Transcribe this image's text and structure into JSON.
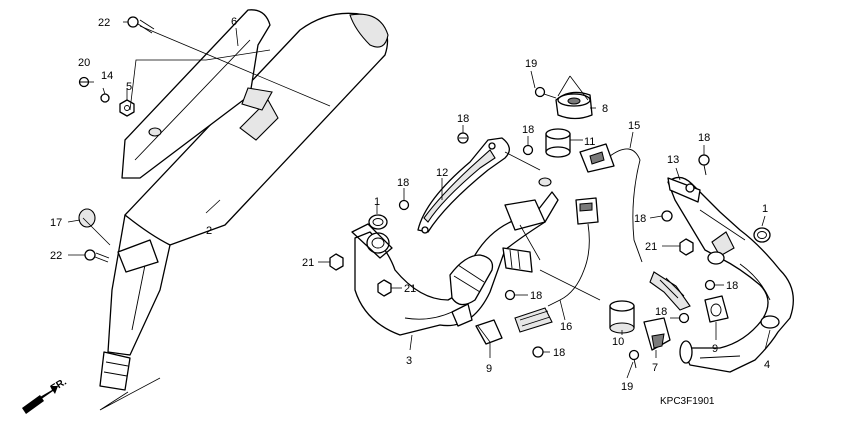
{
  "diagram_code": "KPC3F1901",
  "front_label": "FR.",
  "callouts": {
    "c22a": "22",
    "c6": "6",
    "c20": "20",
    "c14": "14",
    "c5": "5",
    "c17": "17",
    "c22b": "22",
    "c2": "2",
    "c19a": "19",
    "c8": "8",
    "c18a": "18",
    "c18b": "18",
    "c11": "11",
    "c12": "12",
    "c18c": "18",
    "c1a": "1",
    "c21a": "21",
    "c21b": "21",
    "c15": "15",
    "c18d": "18",
    "c13": "13",
    "c1b": "1",
    "c18e": "18",
    "c21c": "21",
    "c18f": "18",
    "c18g": "18",
    "c16": "16",
    "c18h": "18",
    "c10": "10",
    "c7": "7",
    "c18i": "18",
    "c9a": "9",
    "c9b": "9",
    "c3": "3",
    "c4": "4",
    "c19b": "19"
  }
}
